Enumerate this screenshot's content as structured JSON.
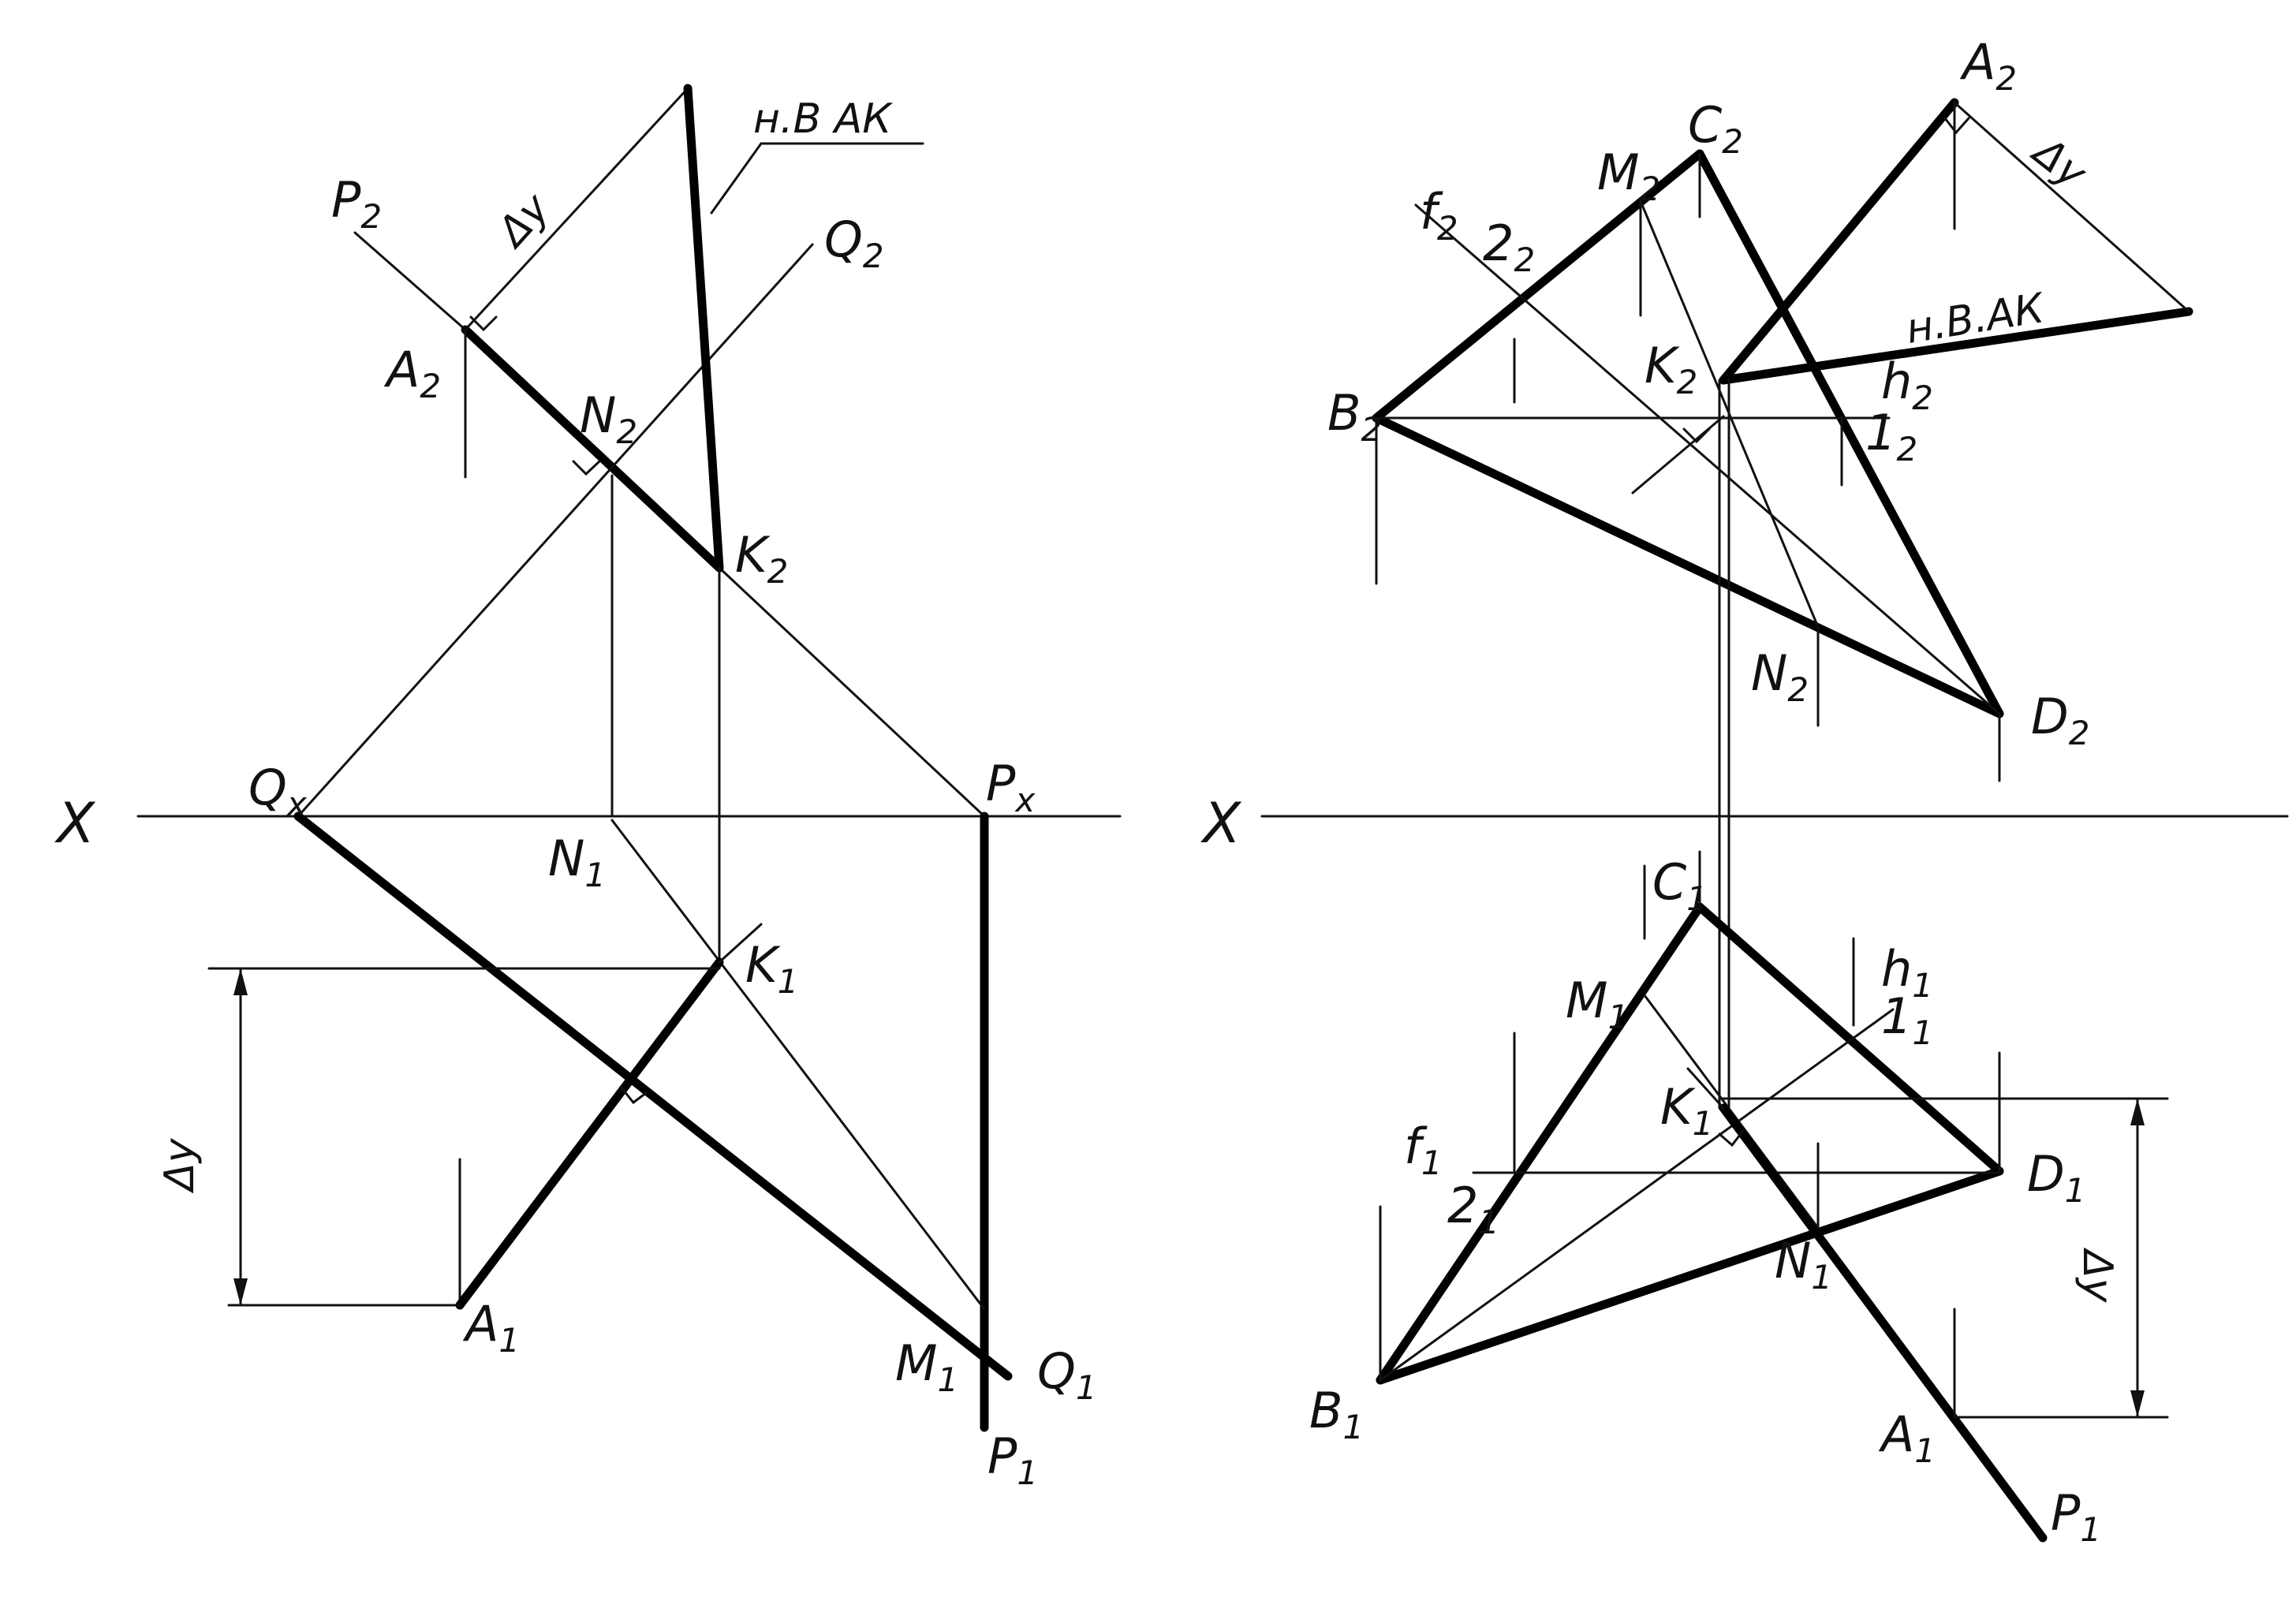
{
  "axis": {
    "left": "X",
    "right": "X"
  },
  "left_figure": {
    "trace_p_front": {
      "name": "P",
      "sub": "2"
    },
    "trace_q_front": {
      "name": "Q",
      "sub": "2"
    },
    "trace_p_top": {
      "name": "P",
      "sub": "1"
    },
    "trace_q_top": {
      "name": "Q",
      "sub": "1"
    },
    "vanish_q": {
      "name": "Q",
      "sub": "x"
    },
    "vanish_p": {
      "name": "P",
      "sub": "x"
    },
    "a_front": {
      "name": "A",
      "sub": "2"
    },
    "n_front": {
      "name": "N",
      "sub": "2"
    },
    "k_front": {
      "name": "K",
      "sub": "2"
    },
    "n_top": {
      "name": "N",
      "sub": "1"
    },
    "k_top": {
      "name": "K",
      "sub": "1"
    },
    "a_top": {
      "name": "A",
      "sub": "1"
    },
    "m_top": {
      "name": "M",
      "sub": "1"
    },
    "true_size_note": "н.В АК",
    "delta_y_front": "Δy",
    "delta_y_top": "Δy"
  },
  "right_figure": {
    "c_front": {
      "name": "C",
      "sub": "2"
    },
    "m_front": {
      "name": "M",
      "sub": "2"
    },
    "a_front": {
      "name": "A",
      "sub": "2"
    },
    "f_front": {
      "name": "f",
      "sub": "2"
    },
    "pt2_front": {
      "name": "2",
      "sub": "2"
    },
    "b_front": {
      "name": "B",
      "sub": "2"
    },
    "k_front": {
      "name": "K",
      "sub": "2"
    },
    "h_front": {
      "name": "h",
      "sub": "2"
    },
    "pt1_front": {
      "name": "1",
      "sub": "2"
    },
    "n_front": {
      "name": "N",
      "sub": "2"
    },
    "d_front": {
      "name": "D",
      "sub": "2"
    },
    "c_top": {
      "name": "C",
      "sub": "1"
    },
    "m_top": {
      "name": "M",
      "sub": "1"
    },
    "h_top": {
      "name": "h",
      "sub": "1"
    },
    "pt1_top": {
      "name": "1",
      "sub": "1"
    },
    "k_top": {
      "name": "K",
      "sub": "1"
    },
    "f_top": {
      "name": "f",
      "sub": "1"
    },
    "pt2_top": {
      "name": "2",
      "sub": "1"
    },
    "d_top": {
      "name": "D",
      "sub": "1"
    },
    "n_top": {
      "name": "N",
      "sub": "1"
    },
    "b_top": {
      "name": "B",
      "sub": "1"
    },
    "a_top": {
      "name": "A",
      "sub": "1"
    },
    "p_top": {
      "name": "P",
      "sub": "1"
    },
    "true_size_note": "н.В.АК",
    "delta_y_front": "Δy",
    "delta_y_top": "Δy"
  }
}
